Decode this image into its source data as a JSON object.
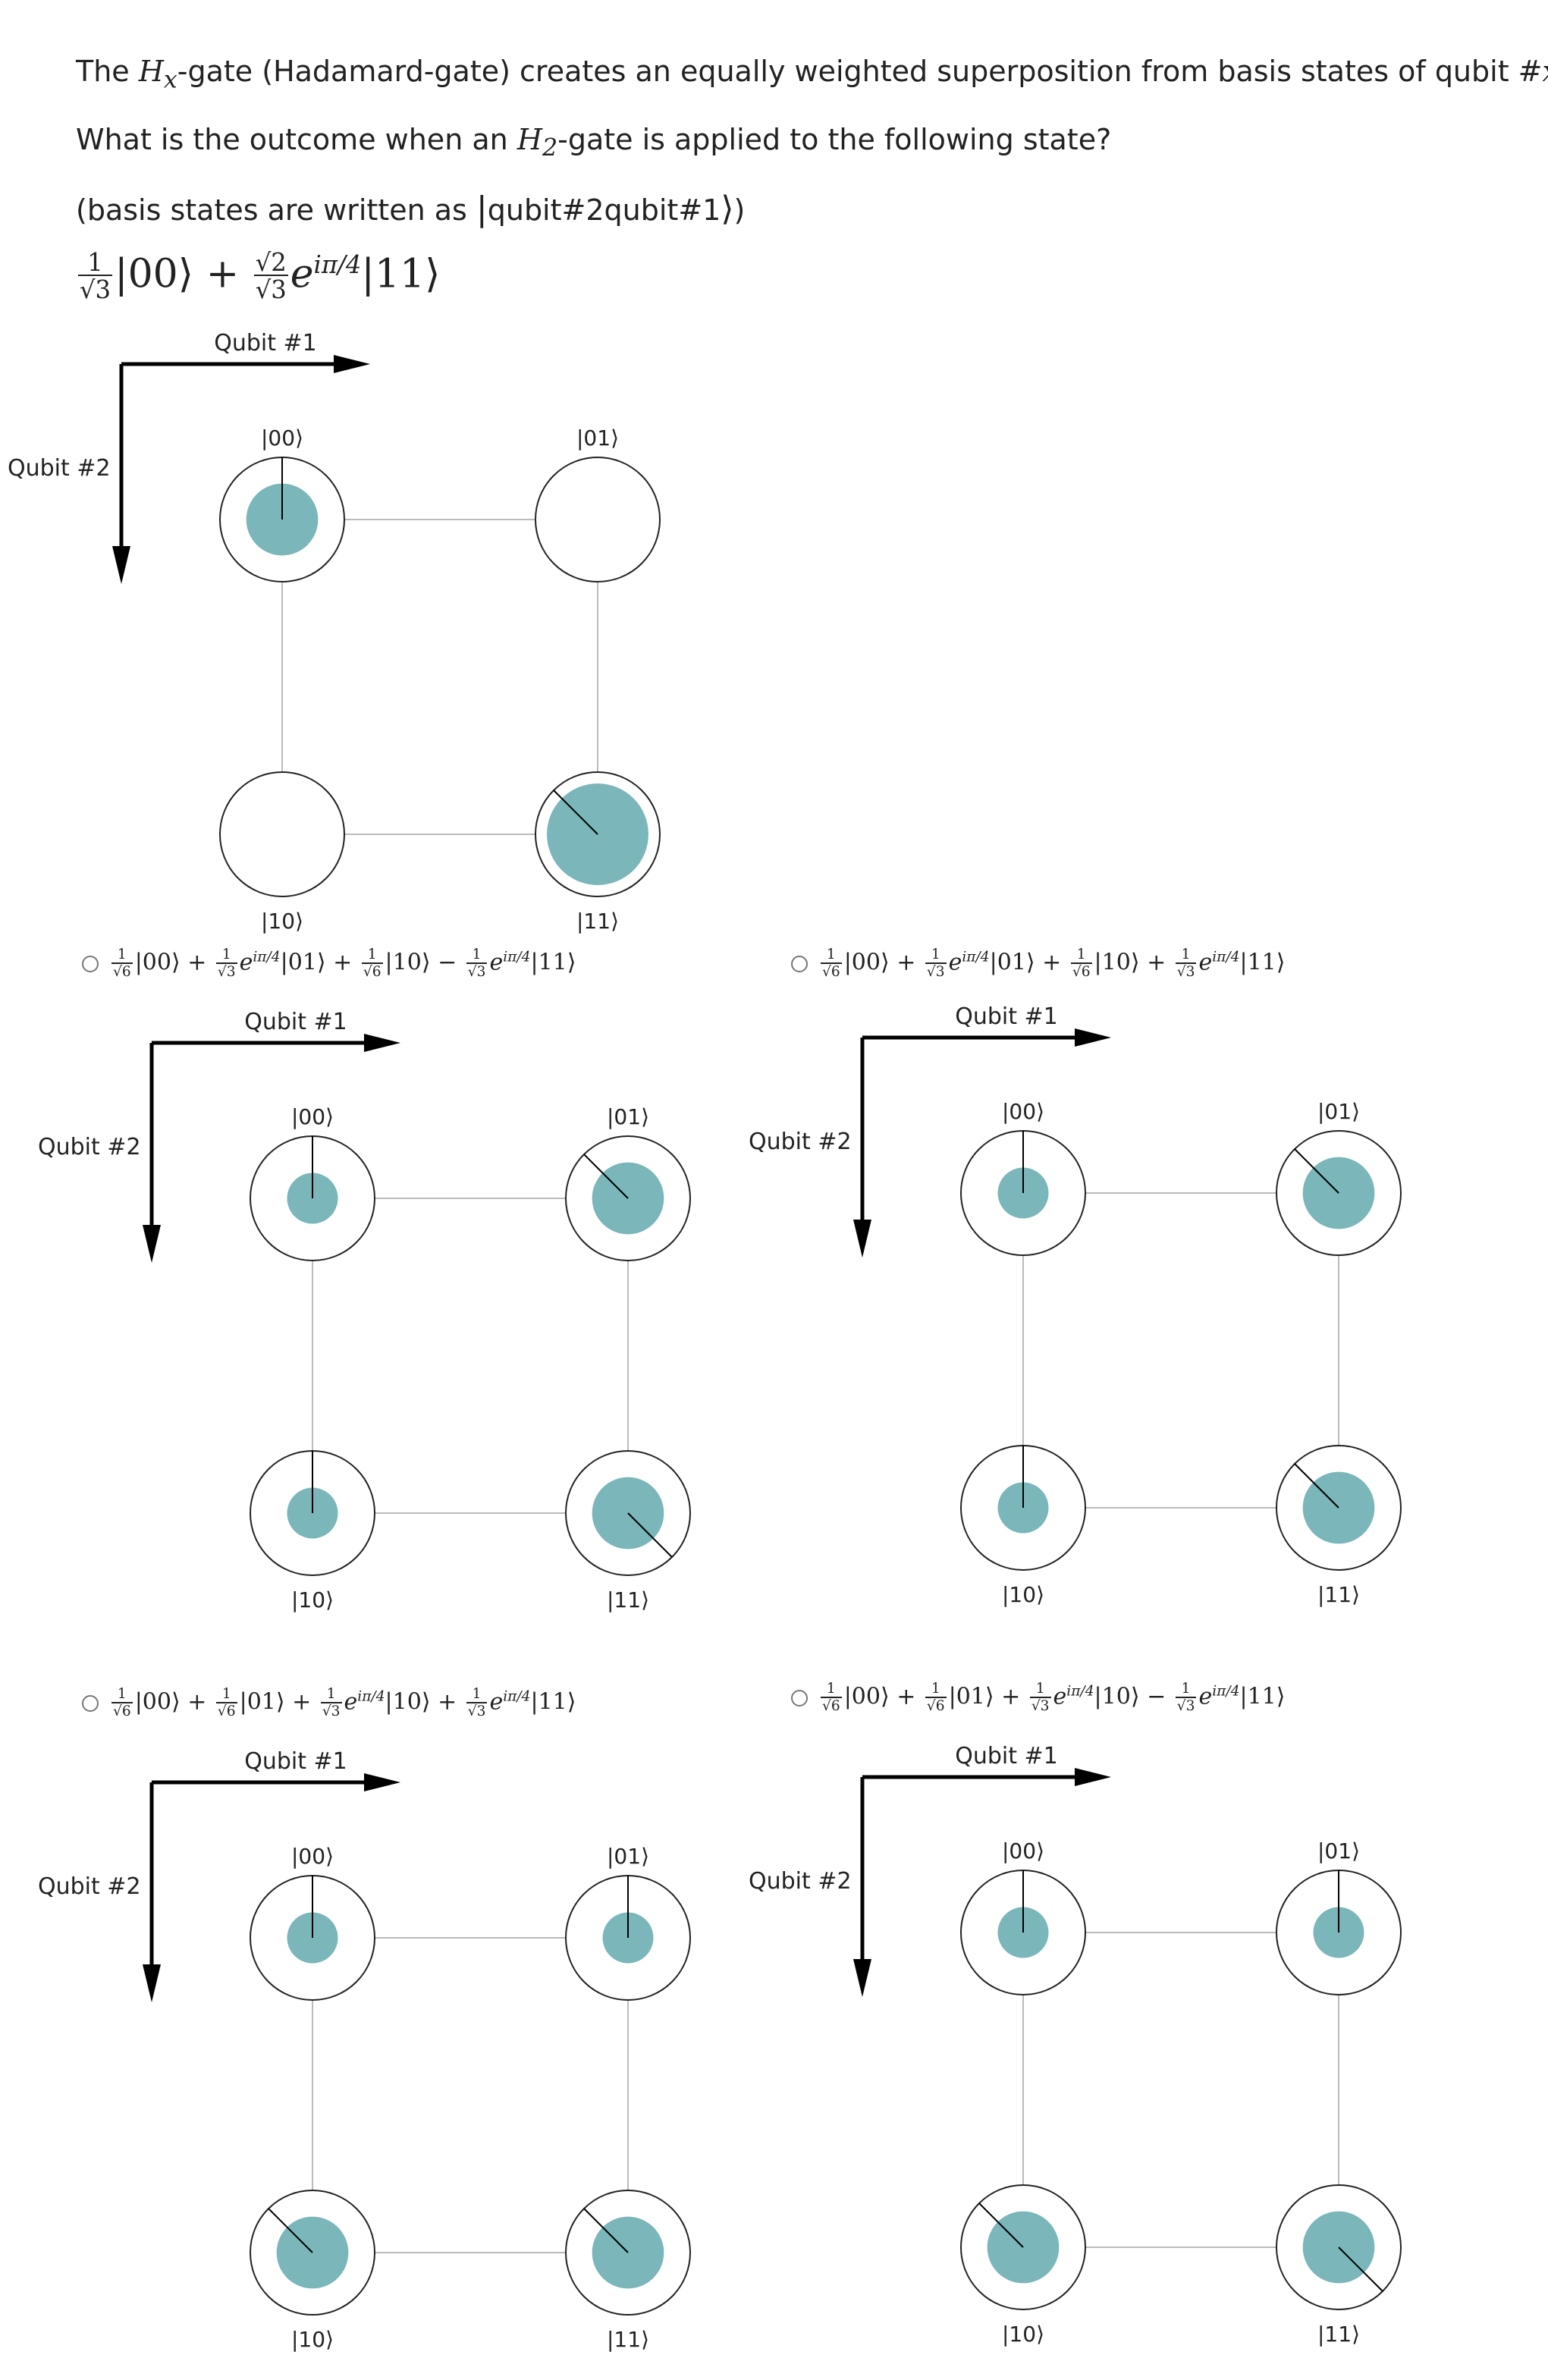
{
  "question": {
    "line1_pre": "The ",
    "gate_symbol": "H",
    "gate_sub_x": "x",
    "line1_post": "-gate (Hadamard-gate) creates an equally weighted superposition from basis states of qubit #",
    "line1_var": "x",
    "line1_end": ".",
    "line2_pre": "What is the outcome when an ",
    "gate_sub_2": "2",
    "line2_post": "-gate is applied to the following state?",
    "line3_pre": "(basis states are written as ",
    "line3_ket": "qubit#2qubit#1",
    "line3_post": ")"
  },
  "state_expression": {
    "coef1_num": "1",
    "coef1_den": "√3",
    "ket1": "|00⟩",
    "op": "+",
    "coef2_num": "√2",
    "coef2_den": "√3",
    "phase": "e",
    "phase_exp": "iπ/4",
    "ket2": "|11⟩"
  },
  "diagram_labels": {
    "qubit1": "Qubit #1",
    "qubit2": "Qubit #2"
  },
  "colors": {
    "amplitude_fill": "#7ab6ba",
    "grid_line": "#bbbbbb",
    "circle_stroke": "#222222"
  },
  "initial_state": {
    "states": [
      {
        "label": "|00⟩",
        "magnitude": 0.577,
        "phase_deg": 0
      },
      {
        "label": "|01⟩",
        "magnitude": 0,
        "phase_deg": 0
      },
      {
        "label": "|10⟩",
        "magnitude": 0,
        "phase_deg": 0
      },
      {
        "label": "|11⟩",
        "magnitude": 0.816,
        "phase_deg": 45
      }
    ]
  },
  "options": [
    {
      "terms": [
        {
          "sign": "",
          "num": "1",
          "den": "√6",
          "phase": "",
          "ket": "|00⟩"
        },
        {
          "sign": "+",
          "num": "1",
          "den": "√3",
          "phase": "iπ/4",
          "ket": "|01⟩"
        },
        {
          "sign": "+",
          "num": "1",
          "den": "√6",
          "phase": "",
          "ket": "|10⟩"
        },
        {
          "sign": "−",
          "num": "1",
          "den": "√3",
          "phase": "iπ/4",
          "ket": "|11⟩"
        }
      ],
      "states": [
        {
          "label": "|00⟩",
          "magnitude": 0.408,
          "phase_deg": 0
        },
        {
          "label": "|01⟩",
          "magnitude": 0.577,
          "phase_deg": 45
        },
        {
          "label": "|10⟩",
          "magnitude": 0.408,
          "phase_deg": 0
        },
        {
          "label": "|11⟩",
          "magnitude": 0.577,
          "phase_deg": 225
        }
      ]
    },
    {
      "terms": [
        {
          "sign": "",
          "num": "1",
          "den": "√6",
          "phase": "",
          "ket": "|00⟩"
        },
        {
          "sign": "+",
          "num": "1",
          "den": "√3",
          "phase": "iπ/4",
          "ket": "|01⟩"
        },
        {
          "sign": "+",
          "num": "1",
          "den": "√6",
          "phase": "",
          "ket": "|10⟩"
        },
        {
          "sign": "+",
          "num": "1",
          "den": "√3",
          "phase": "iπ/4",
          "ket": "|11⟩"
        }
      ],
      "states": [
        {
          "label": "|00⟩",
          "magnitude": 0.408,
          "phase_deg": 0
        },
        {
          "label": "|01⟩",
          "magnitude": 0.577,
          "phase_deg": 45
        },
        {
          "label": "|10⟩",
          "magnitude": 0.408,
          "phase_deg": 0
        },
        {
          "label": "|11⟩",
          "magnitude": 0.577,
          "phase_deg": 45
        }
      ]
    },
    {
      "terms": [
        {
          "sign": "",
          "num": "1",
          "den": "√6",
          "phase": "",
          "ket": "|00⟩"
        },
        {
          "sign": "+",
          "num": "1",
          "den": "√6",
          "phase": "",
          "ket": "|01⟩"
        },
        {
          "sign": "+",
          "num": "1",
          "den": "√3",
          "phase": "iπ/4",
          "ket": "|10⟩"
        },
        {
          "sign": "+",
          "num": "1",
          "den": "√3",
          "phase": "iπ/4",
          "ket": "|11⟩"
        }
      ],
      "states": [
        {
          "label": "|00⟩",
          "magnitude": 0.408,
          "phase_deg": 0
        },
        {
          "label": "|01⟩",
          "magnitude": 0.408,
          "phase_deg": 0
        },
        {
          "label": "|10⟩",
          "magnitude": 0.577,
          "phase_deg": 45
        },
        {
          "label": "|11⟩",
          "magnitude": 0.577,
          "phase_deg": 45
        }
      ]
    },
    {
      "terms": [
        {
          "sign": "",
          "num": "1",
          "den": "√6",
          "phase": "",
          "ket": "|00⟩"
        },
        {
          "sign": "+",
          "num": "1",
          "den": "√6",
          "phase": "",
          "ket": "|01⟩"
        },
        {
          "sign": "+",
          "num": "1",
          "den": "√3",
          "phase": "iπ/4",
          "ket": "|10⟩"
        },
        {
          "sign": "−",
          "num": "1",
          "den": "√3",
          "phase": "iπ/4",
          "ket": "|11⟩"
        }
      ],
      "states": [
        {
          "label": "|00⟩",
          "magnitude": 0.408,
          "phase_deg": 0
        },
        {
          "label": "|01⟩",
          "magnitude": 0.408,
          "phase_deg": 0
        },
        {
          "label": "|10⟩",
          "magnitude": 0.577,
          "phase_deg": 45
        },
        {
          "label": "|11⟩",
          "magnitude": 0.577,
          "phase_deg": 225
        }
      ]
    }
  ]
}
